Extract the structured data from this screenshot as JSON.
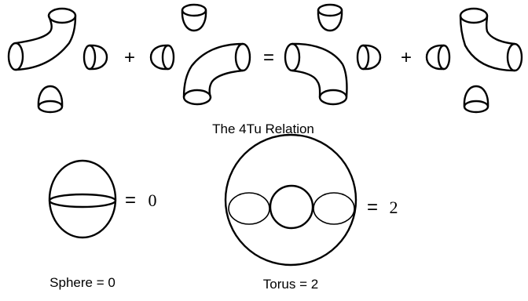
{
  "relation": {
    "operators": [
      "+",
      "=",
      "+"
    ],
    "title": "The 4Tu Relation"
  },
  "sphere": {
    "equation_symbol": "=",
    "equation_value": "0",
    "caption": "Sphere = 0"
  },
  "torus": {
    "equation_symbol": "=",
    "equation_value": "2",
    "caption": "Torus = 2"
  }
}
